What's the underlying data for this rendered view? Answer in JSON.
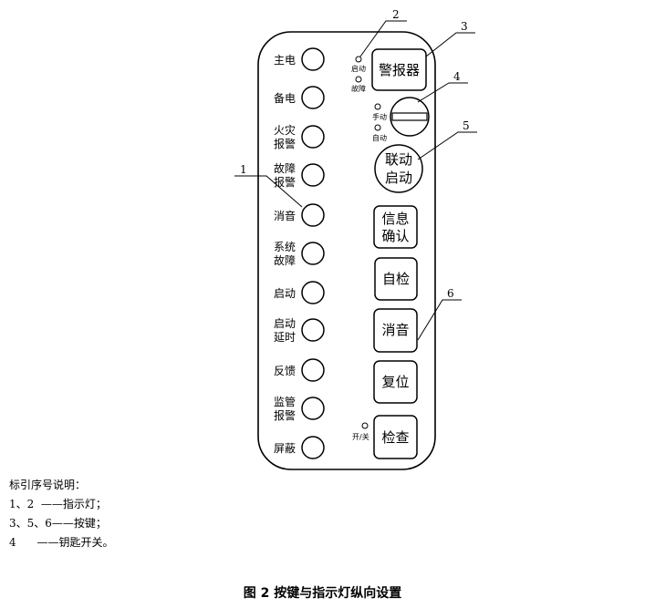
{
  "indicators": [
    {
      "l1": "主电",
      "l2": ""
    },
    {
      "l1": "备电",
      "l2": ""
    },
    {
      "l1": "火灾",
      "l2": "报警"
    },
    {
      "l1": "故障",
      "l2": "报警"
    },
    {
      "l1": "消音",
      "l2": ""
    },
    {
      "l1": "系统",
      "l2": "故障"
    },
    {
      "l1": "启动",
      "l2": ""
    },
    {
      "l1": "启动",
      "l2": "延时"
    },
    {
      "l1": "反馈",
      "l2": ""
    },
    {
      "l1": "监管",
      "l2": "报警"
    },
    {
      "l1": "屏蔽",
      "l2": ""
    }
  ],
  "small_labels": {
    "alarm_start": "启动",
    "alarm_fault": "故障",
    "key_manual": "手动",
    "key_auto": "自动",
    "check_on": "开/关"
  },
  "buttons": {
    "alarm": "警报器",
    "link_1": "联动",
    "link_2": "启动",
    "info_1": "信息",
    "info_2": "确认",
    "selftest": "自检",
    "silence": "消音",
    "reset": "复位",
    "check": "检查"
  },
  "callouts": {
    "c1": "1",
    "c2": "2",
    "c3": "3",
    "c4": "4",
    "c5": "5",
    "c6": "6"
  },
  "notes": {
    "title": "标引序号说明：",
    "line1": "1、2  ——指示灯；",
    "line2": "3、5、6——按键；",
    "line3": "4      ——钥匙开关。"
  },
  "caption": "图 2   按键与指示灯纵向设置"
}
